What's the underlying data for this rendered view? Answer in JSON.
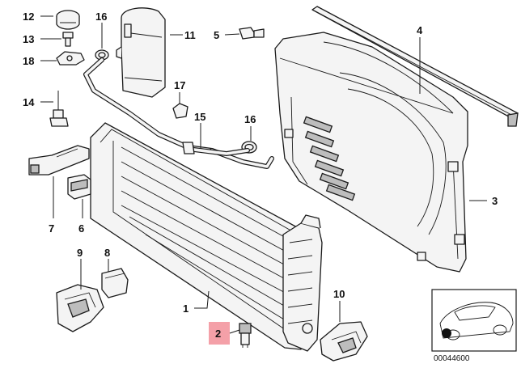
{
  "callouts": {
    "c1": "1",
    "c2": "2",
    "c3": "3",
    "c4": "4",
    "c5": "5",
    "c6": "6",
    "c7": "7",
    "c8": "8",
    "c9": "9",
    "c10": "10",
    "c11": "11",
    "c12": "12",
    "c13": "13",
    "c14": "14",
    "c15": "15",
    "c16a": "16",
    "c16b": "16",
    "c17": "17",
    "c18": "18"
  },
  "highlight_color": "#f4a0a8",
  "reference_number": "00044600"
}
